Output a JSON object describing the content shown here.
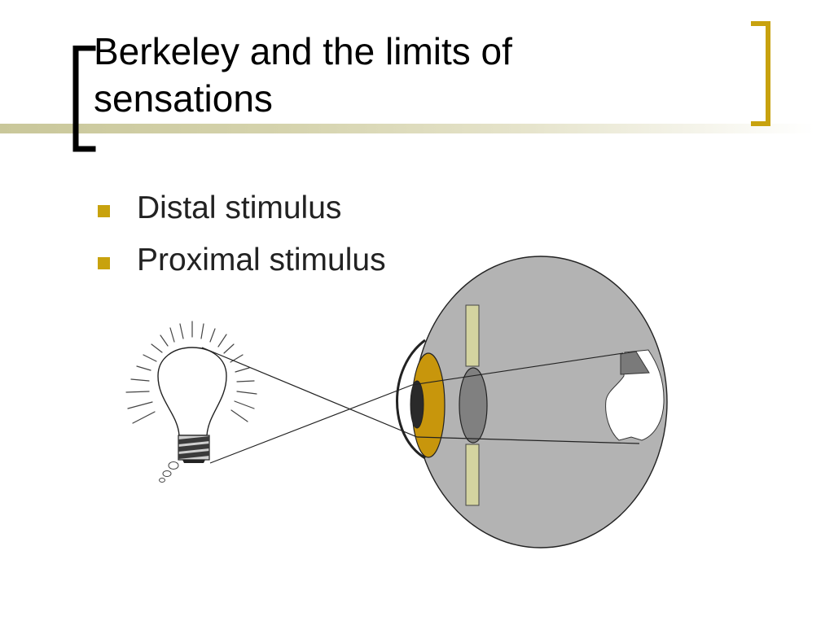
{
  "slide": {
    "title_lines": [
      "Berkeley and the limits of",
      "sensations"
    ],
    "bullets": [
      {
        "label": "Distal stimulus"
      },
      {
        "label": "Proximal stimulus"
      }
    ]
  },
  "colors": {
    "accent": "#c8a20e",
    "bracket_left": "#000000",
    "bracket_right": "#c8a20e",
    "rule": "#d5d3ad",
    "eyeball": "#b3b3b3",
    "iris": "#c8960c",
    "lens": "#808080",
    "ciliary": "#d4d4a0"
  },
  "icons": {
    "bullet": "square-bullet-icon",
    "bulb": "light-bulb-icon"
  }
}
